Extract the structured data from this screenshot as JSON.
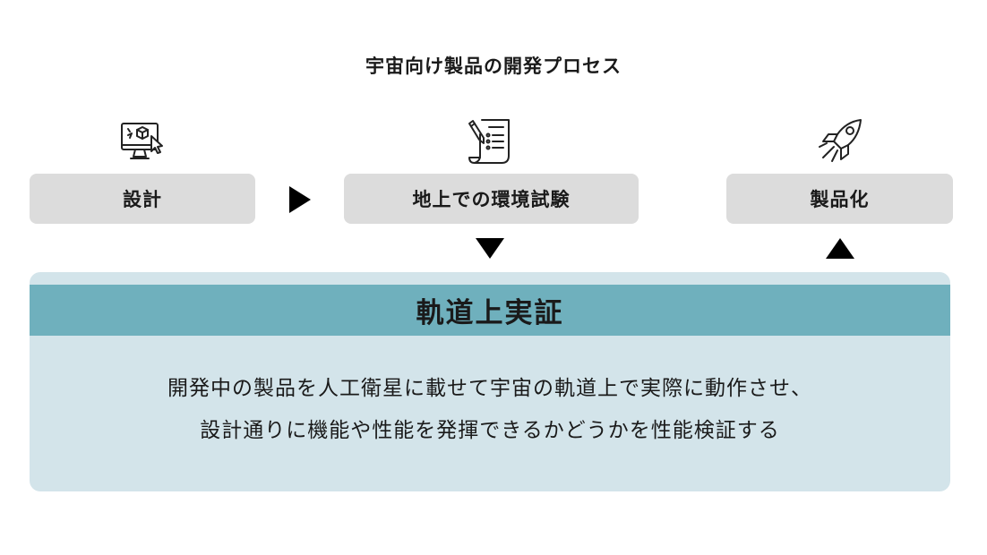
{
  "title": "宇宙向け製品の開発プロセス",
  "steps": [
    {
      "label": "設計",
      "icon": "computer-design-icon"
    },
    {
      "label": "地上での環境試験",
      "icon": "checklist-icon"
    },
    {
      "label": "製品化",
      "icon": "rocket-icon"
    }
  ],
  "panel": {
    "heading": "軌道上実証",
    "lines": [
      "開発中の製品を人工衛星に載せて宇宙の軌道上で実際に動作させ、",
      "設計通りに機能や性能を発揮できるかどうかを性能検証する"
    ]
  },
  "colors": {
    "step_box": "#dcdcdc",
    "panel_background": "#d3e4ea",
    "panel_header": "#6fb0bd",
    "arrow": "#000000"
  }
}
